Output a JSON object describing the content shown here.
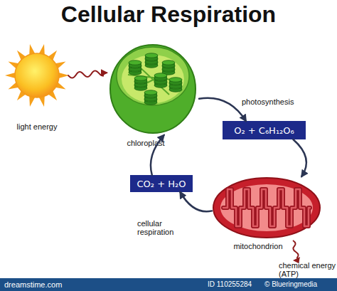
{
  "diagram": {
    "title": "Cellular Respiration",
    "nodes": [
      {
        "text": [
          "light energy"
        ]
      },
      {
        "text": [
          "chloroplast"
        ]
      },
      {
        "text": [
          "O₂ + C₆H₁₂O₆"
        ]
      },
      {
        "text": [
          "mitochondrion"
        ]
      },
      {
        "text": [
          "CO₂ + H₂O"
        ]
      }
    ],
    "edges": [
      {
        "from": 0,
        "to": 1,
        "arrow": "to"
      },
      {
        "from": 1,
        "to": 2,
        "label": "photosynthesis",
        "arrow": "to"
      },
      {
        "from": 2,
        "to": 3,
        "arrow": "to"
      },
      {
        "from": 3,
        "to": 4,
        "label": "cellular respiration",
        "arrow": "to"
      },
      {
        "from": 4,
        "to": 1,
        "arrow": "to"
      }
    ],
    "labels": [
      "chemical energy (ATP)",
      "dreamstime.com",
      "ID 110255284",
      "© Blueringmedia"
    ]
  }
}
